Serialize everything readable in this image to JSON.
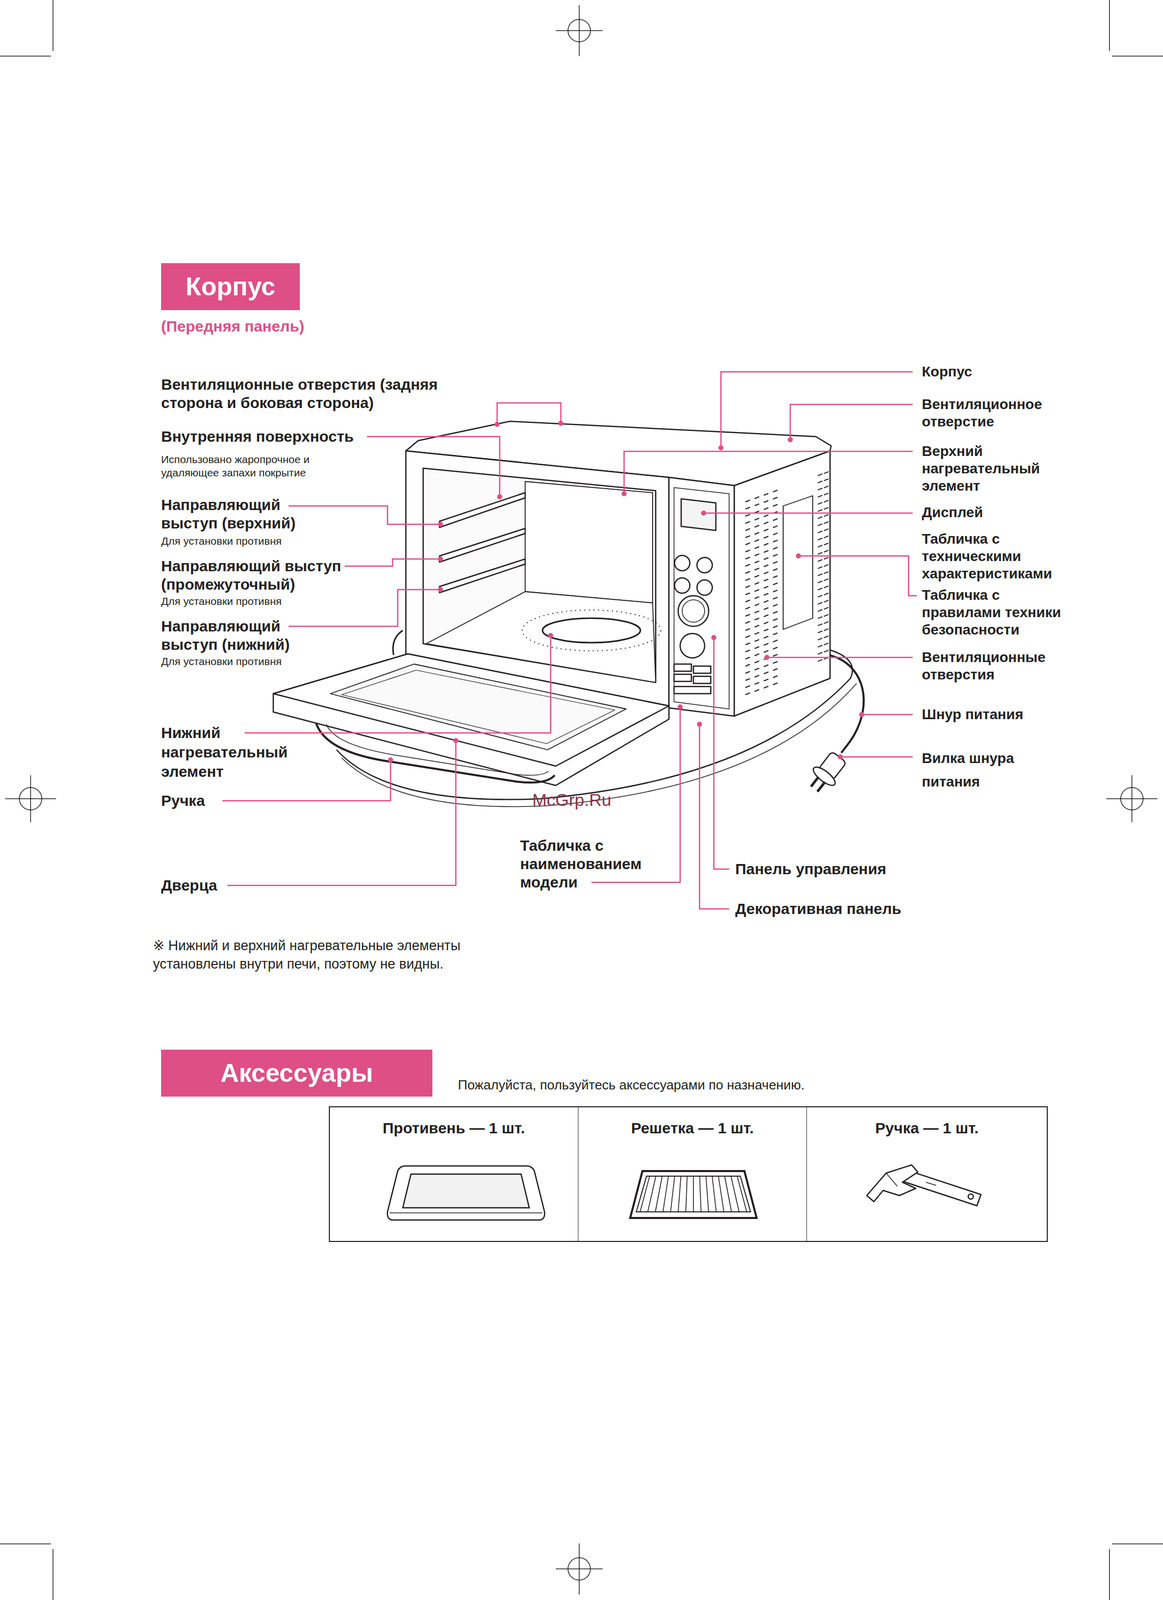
{
  "diagram": {
    "nodes": [
      {
        "text": [
          "Корпус"
        ]
      },
      {
        "text": [
          "Аксессуары"
        ]
      }
    ],
    "labels": [
      "(Передняя панель)",
      "Вентиляционные отверстия (задняя сторона и боковая сторона)",
      "Внутренняя поверхность",
      "Использовано жаропрочное и удаляющее запахи покрытие",
      "Направляющий выступ (верхний)",
      "Для установки противня",
      "Направляющий выступ (промежуточный)",
      "Для установки противня",
      "Направляющий выступ (нижний)",
      "Для установки противня",
      "Нижний нагревательный элемент",
      "Ручка",
      "Дверца",
      "Табличка с наименованием модели",
      "Панель управления",
      "Декоративная панель",
      "Корпус",
      "Вентиляционное отверстие",
      "Верхний нагревательный элемент",
      "Дисплей",
      "Табличка с техническими характеристиками",
      "Табличка с правилами техники безопасности",
      "Вентиляционные отверстия",
      "Шнур питания",
      "Вилка шнура питания",
      "McGrp.Ru",
      "※ Нижний и верхний нагревательные элементы установлены внутри печи, поэтому не видны.",
      "Пожалуйста, пользуйтесь аксессуарами по назначению.",
      "Противень — 1 шт.",
      "Решетка — 1 шт.",
      "Ручка — 1 шт."
    ]
  }
}
